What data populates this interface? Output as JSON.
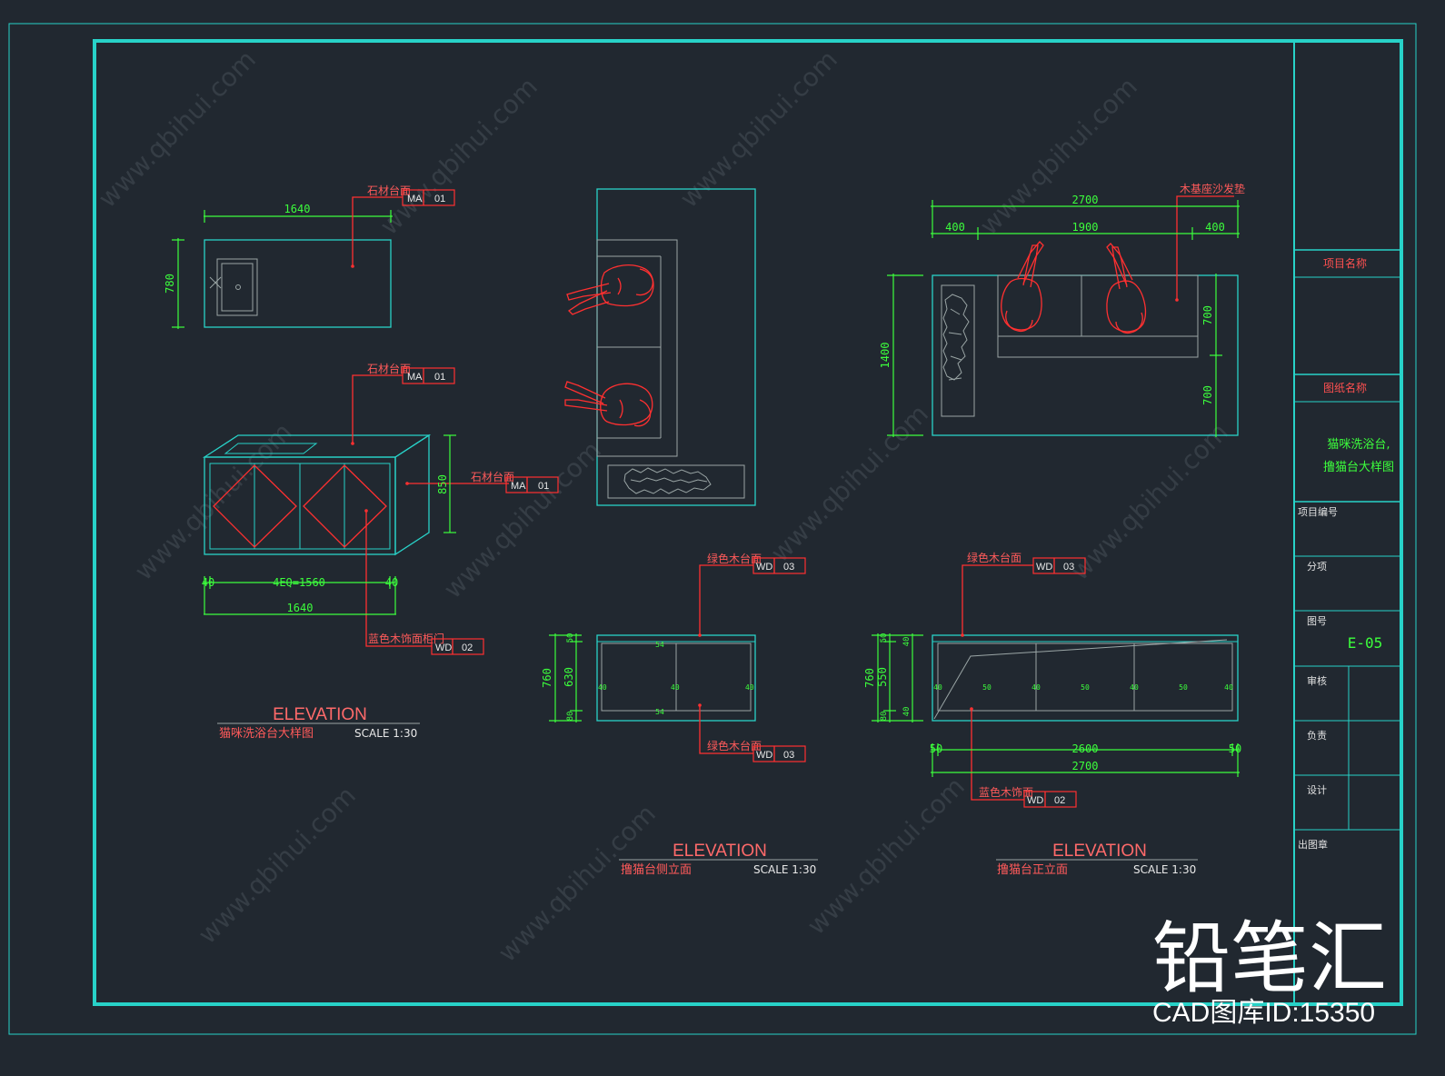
{
  "drawing": {
    "background": "#212830",
    "frame_color": "#28d2c8",
    "dim_color": "#3cff3c",
    "annotation_color": "#ff3030"
  },
  "view1_plan": {
    "dim_width": "1640",
    "dim_depth": "780",
    "tag": {
      "label": "石材台面",
      "code": "MA",
      "num": "01"
    }
  },
  "view1_elev": {
    "tag_top": {
      "label": "石材台面",
      "code": "MA",
      "num": "01"
    },
    "tag_side": {
      "label": "石材台面",
      "code": "MA",
      "num": "01"
    },
    "tag_door": {
      "label": "蓝色木饰面柜门",
      "code": "WD",
      "num": "02"
    },
    "dim_height": "850",
    "dim_left": "40",
    "dim_eq": "4EQ=1560",
    "dim_right": "40",
    "dim_total": "1640",
    "title": "ELEVATION",
    "subtitle": "猫咪洗浴台大样图",
    "scale": "SCALE   1:30"
  },
  "view2_side": {
    "tag_top": {
      "label": "绿色木台面",
      "code": "WD",
      "num": "03"
    },
    "tag_bottom": {
      "label": "绿色木台面",
      "code": "WD",
      "num": "03"
    },
    "dim_total": "760",
    "dim_top": "50",
    "dim_mid": "630",
    "dim_bot": "80",
    "dim_marks": [
      "54",
      "54",
      "40",
      "40",
      "40"
    ],
    "title": "ELEVATION",
    "subtitle": "撸猫台侧立面",
    "scale": "SCALE   1:30"
  },
  "view3_plan": {
    "tag": {
      "label": "木基座沙发垫"
    },
    "dim_total": "2700",
    "dim_left": "400",
    "dim_mid": "1900",
    "dim_right": "400",
    "dim_depth": "1400",
    "dim_upper": "700",
    "dim_lower": "700"
  },
  "view3_front": {
    "tag_top": {
      "label": "绿色木台面",
      "code": "WD",
      "num": "03"
    },
    "tag_bottom": {
      "label": "蓝色木饰面",
      "code": "WD",
      "num": "02"
    },
    "dim_total_h": "760",
    "dim_top": "50",
    "dim_mid": "550",
    "dim_bot": "80",
    "dim_r_top": "40",
    "dim_r_bot": "40",
    "dim_left": "50",
    "dim_mid_w": "2600",
    "dim_right": "50",
    "dim_total_w": "2700",
    "dim_marks": [
      "40",
      "50",
      "40",
      "50",
      "40",
      "50",
      "40"
    ],
    "title": "ELEVATION",
    "subtitle": "撸猫台正立面",
    "scale": "SCALE   1:30"
  },
  "title_block": {
    "project_name": "项目名称",
    "drawing_name": "图纸名称",
    "drawing_desc_1": "猫咪洗浴台,",
    "drawing_desc_2": "撸猫台大样图",
    "project_no": "项目编号",
    "section": "分项",
    "sheet_no_label": "图号",
    "sheet_no": "E-05",
    "review": "审核",
    "responsible": "负责",
    "design": "设计",
    "stamp": "出图章"
  },
  "watermark": {
    "brand": "铅笔汇",
    "id_text": "CAD图库ID:15350",
    "site": "www.qbihui.com"
  }
}
